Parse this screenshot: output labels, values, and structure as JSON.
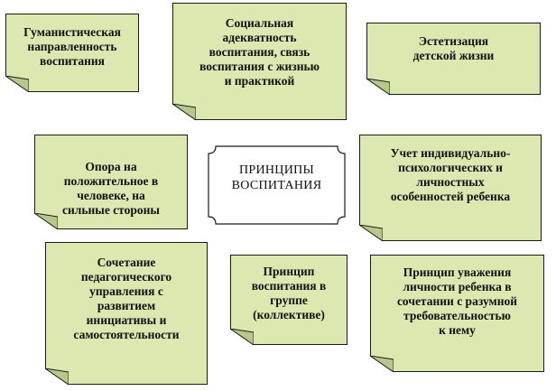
{
  "diagram": {
    "center": {
      "title": "ПРИНЦИПЫ\nВОСПИТАНИЯ"
    },
    "principles": [
      {
        "id": "humanistic",
        "text": "Гуманистическая\nнаправленность\nвоспитания"
      },
      {
        "id": "social-adequacy",
        "text": "Социальная\nадекватность\nвоспитания, связь\nвоспитания с жизнью\nи практикой"
      },
      {
        "id": "aesthetization",
        "text": "Эстетизация\nдетской жизни"
      },
      {
        "id": "positive-reliance",
        "text": "Опора на\nположительное в\nчеловеке, на\nсильные стороны"
      },
      {
        "id": "individual-psych",
        "text": "Учет индивидуально-\nпсихологических и\nличностных\nособенностей ребенка"
      },
      {
        "id": "pedagogical-combination",
        "text": "Сочетание\nпедагогического\nуправления с\nразвитием\nинициативы и\nсамостоятельности"
      },
      {
        "id": "group-education",
        "text": "Принцип\nвоспитания в\nгруппе\n(коллективе)"
      },
      {
        "id": "respect-personality",
        "text": "Принцип уважения\nличности ребенка в\nсочетании с разумной\nтребовательностью\nк нему"
      }
    ],
    "colors": {
      "note_fill": "#dbe8b0",
      "border": "#1a1a1a",
      "fold_fill": "#b7c98a"
    }
  }
}
